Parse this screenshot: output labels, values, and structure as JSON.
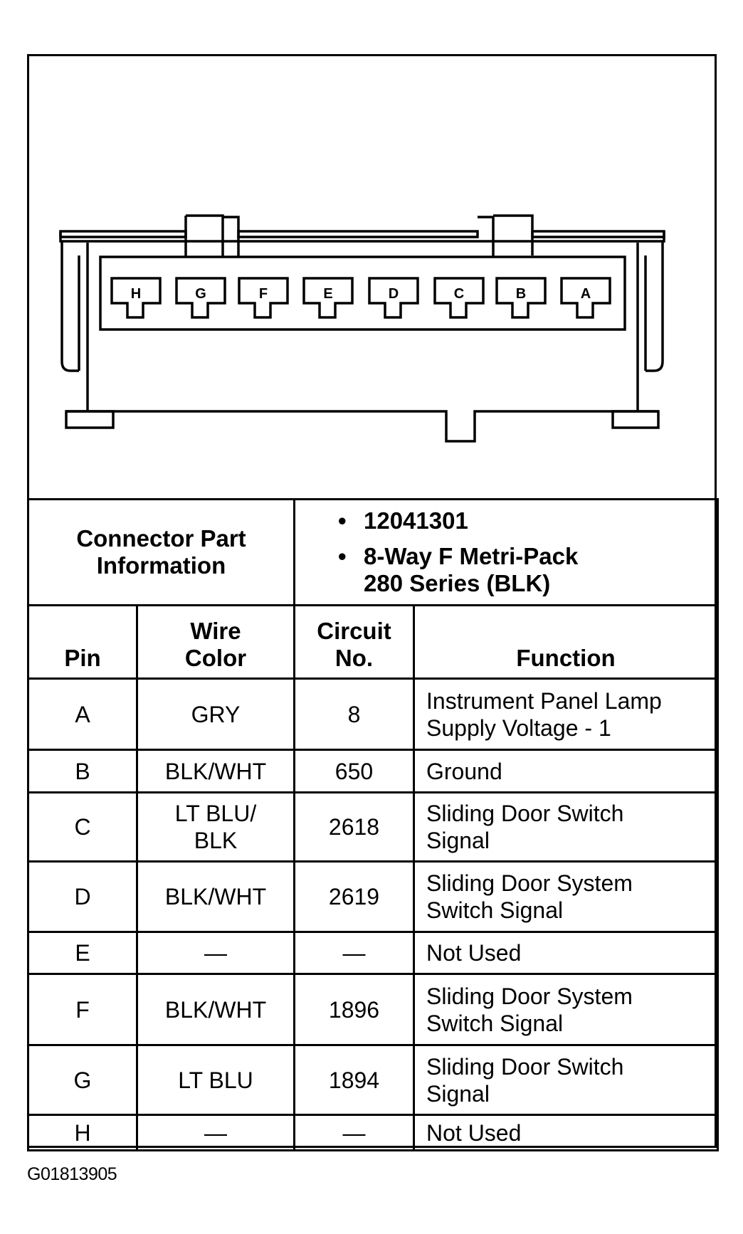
{
  "connector_diagram": {
    "pin_order_left_to_right": [
      "H",
      "G",
      "F",
      "E",
      "D",
      "C",
      "B",
      "A"
    ]
  },
  "connector_part_information": {
    "label": "Connector Part Information",
    "label_line1": "Connector Part",
    "label_line2": "Information",
    "items": [
      {
        "line1": "12041301"
      },
      {
        "line1": "8-Way F Metri-Pack",
        "line2": "280 Series (BLK)"
      }
    ]
  },
  "table": {
    "headers": {
      "pin": "Pin",
      "wire_color_line1": "Wire",
      "wire_color_line2": "Color",
      "circuit_line1": "Circuit",
      "circuit_line2": "No.",
      "function": "Function"
    },
    "rows": [
      {
        "pin": "A",
        "wire_color": "GRY",
        "wire_color_line2": "",
        "circuit": "8",
        "function_line1": "Instrument Panel Lamp",
        "function_line2": "Supply Voltage - 1"
      },
      {
        "pin": "B",
        "wire_color": "BLK/WHT",
        "wire_color_line2": "",
        "circuit": "650",
        "function_line1": "Ground",
        "function_line2": ""
      },
      {
        "pin": "C",
        "wire_color": "LT BLU/",
        "wire_color_line2": "BLK",
        "circuit": "2618",
        "function_line1": "Sliding Door Switch",
        "function_line2": "Signal"
      },
      {
        "pin": "D",
        "wire_color": "BLK/WHT",
        "wire_color_line2": "",
        "circuit": "2619",
        "function_line1": "Sliding Door System",
        "function_line2": "Switch Signal"
      },
      {
        "pin": "E",
        "wire_color": "—",
        "wire_color_line2": "",
        "circuit": "—",
        "function_line1": "Not Used",
        "function_line2": ""
      },
      {
        "pin": "F",
        "wire_color": "BLK/WHT",
        "wire_color_line2": "",
        "circuit": "1896",
        "function_line1": "Sliding Door System",
        "function_line2": "Switch Signal"
      },
      {
        "pin": "G",
        "wire_color": "LT BLU",
        "wire_color_line2": "",
        "circuit": "1894",
        "function_line1": "Sliding Door Switch",
        "function_line2": "Signal"
      },
      {
        "pin": "H",
        "wire_color": "—",
        "wire_color_line2": "",
        "circuit": "—",
        "function_line1": "Not Used",
        "function_line2": ""
      }
    ]
  },
  "footer": {
    "figure_code": "G01813905"
  }
}
